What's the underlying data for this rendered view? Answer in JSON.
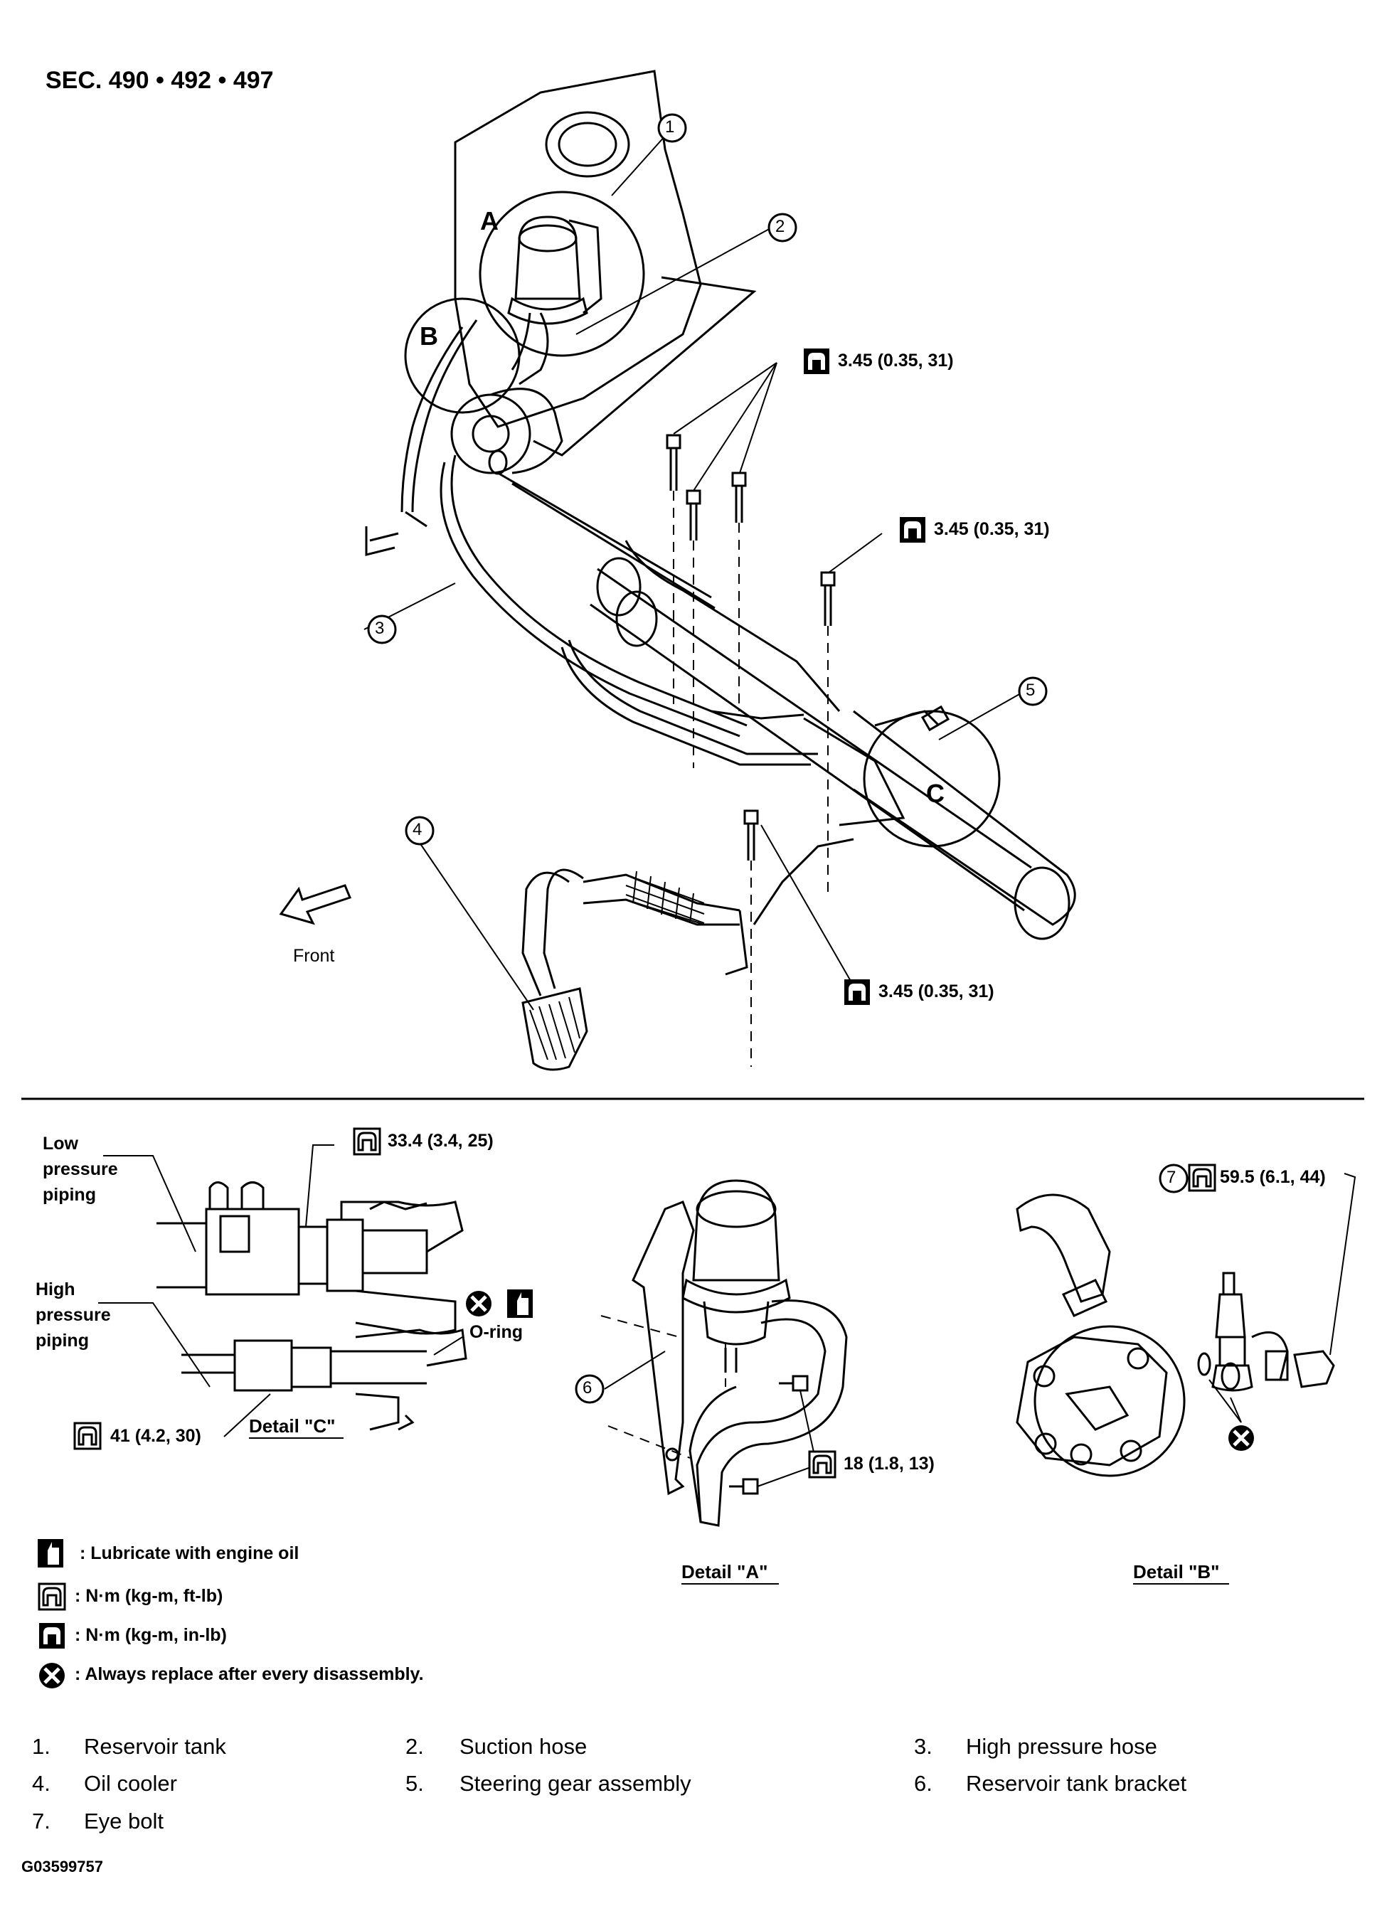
{
  "section_title": "SEC. 490 • 492 • 497",
  "callouts": [
    "1",
    "2",
    "3",
    "4",
    "5",
    "6",
    "7"
  ],
  "detail_letters": {
    "a": "A",
    "b": "B",
    "c": "C"
  },
  "torques": {
    "top_bolts": "3.45 (0.35, 31)",
    "right_bolt": "3.45 (0.35, 31)",
    "lower_bolt": "3.45 (0.35, 31)",
    "detail_c_upper": "33.4 (3.4, 25)",
    "detail_c_lower": "41 (4.2, 30)",
    "detail_a": "18 (1.8, 13)",
    "detail_b": "59.5 (6.1, 44)"
  },
  "front_label": "Front",
  "detail_c": {
    "low_line1": "Low",
    "low_line2": "pressure",
    "low_line3": "piping",
    "high_line1": "High",
    "high_line2": "pressure",
    "high_line3": "piping",
    "oring": "O-ring",
    "caption": "Detail \"C\""
  },
  "detail_a_caption": "Detail \"A\"",
  "detail_b_caption": "Detail \"B\"",
  "legend": {
    "lubricate": ": Lubricate with engine oil",
    "nm_ftlb": ": N·m (kg-m, ft-lb)",
    "nm_inlb": ": N·m (kg-m, in-lb)",
    "replace": ": Always replace after every disassembly."
  },
  "parts": [
    {
      "num": "1.",
      "name": "Reservoir tank"
    },
    {
      "num": "2.",
      "name": "Suction hose"
    },
    {
      "num": "3.",
      "name": "High pressure hose"
    },
    {
      "num": "4.",
      "name": "Oil cooler"
    },
    {
      "num": "5.",
      "name": "Steering gear assembly"
    },
    {
      "num": "6.",
      "name": "Reservoir tank bracket"
    },
    {
      "num": "7.",
      "name": "Eye bolt"
    }
  ],
  "figure_code": "G03599757",
  "icons": {
    "torque_ftlb": "wrench-socket-icon",
    "torque_inlb": "filled-wrench-socket-icon",
    "lubricate": "oil-can-icon",
    "replace": "x-circle-icon"
  }
}
